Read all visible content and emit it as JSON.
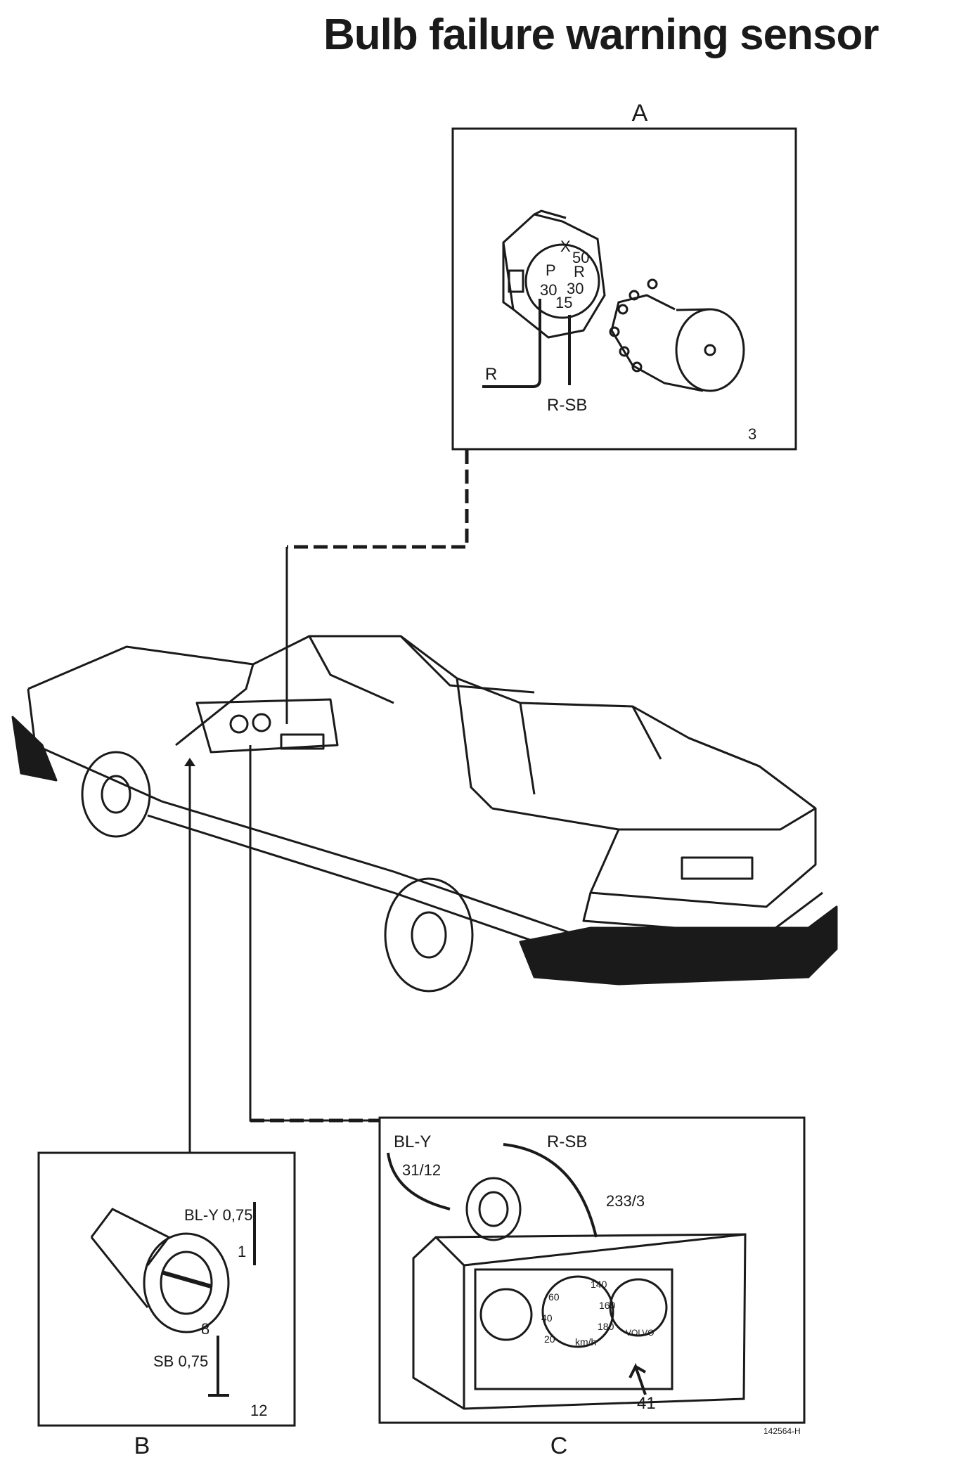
{
  "title": "Bulb failure warning sensor",
  "panel_a": {
    "letter": "A",
    "wire_r": "R",
    "wire_rsb": "R-SB",
    "terminals": [
      "X",
      "50",
      "P",
      "R",
      "30",
      "30",
      "15"
    ],
    "detail_number": "3"
  },
  "panel_b": {
    "letter": "B",
    "wire_top": "BL-Y 0,75",
    "pin_top": "1",
    "pin_bottom": "8",
    "wire_bottom": "SB 0,75",
    "detail_number": "12"
  },
  "panel_c": {
    "letter": "C",
    "wire_bly": "BL-Y",
    "wire_rsb": "R-SB",
    "connector_left": "31/12",
    "connector_right": "233/3",
    "gauge_ticks": [
      "20",
      "40",
      "60",
      "140",
      "160",
      "180"
    ],
    "gauge_unit": "km/h",
    "brand": "VOLVO",
    "lamp_number": "41"
  },
  "figure_id": "142564-H",
  "colors": {
    "ink": "#1a1a1a",
    "paper": "#ffffff"
  }
}
